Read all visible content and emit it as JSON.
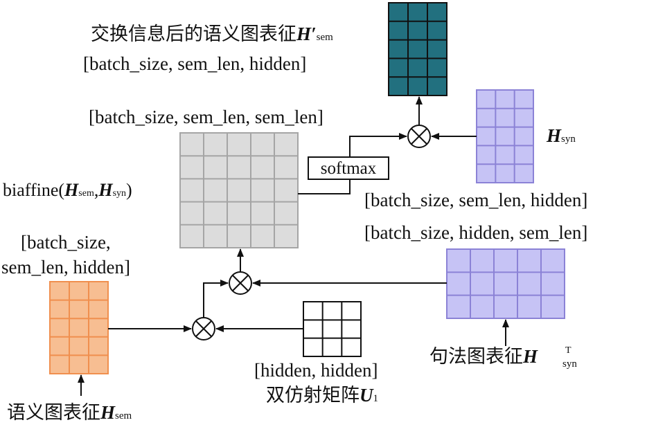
{
  "labels": {
    "exchanged_title": "交换信息后的语义图表征",
    "exchanged_symbol": "H′",
    "exchanged_sub": "sem",
    "exchanged_shape": "[batch_size, sem_len, hidden]",
    "attention_shape": "[batch_size, sem_len, sem_len]",
    "softmax": "softmax",
    "biaffine_prefix": "biaffine(",
    "biaffine_sym1": "H",
    "biaffine_sub1": "sem",
    "biaffine_comma": ",",
    "biaffine_sym2": "H",
    "biaffine_sub2": "syn",
    "biaffine_suffix": ")",
    "syn_symbol": "H",
    "syn_sub": "syn",
    "syn_shape": "[batch_size, sem_len, hidden]",
    "synT_shape": "[batch_size, hidden, sem_len]",
    "synT_title": "句法图表征",
    "synT_symbol": "H",
    "synT_sup": "T",
    "synT_sub": "syn",
    "sem_shape_line1": "[batch_size,",
    "sem_shape_line2": "sem_len, hidden]",
    "sem_title": "语义图表征",
    "sem_symbol": "H",
    "sem_sub": "sem",
    "u_shape": "[hidden, hidden]",
    "u_title": "双仿射矩阵",
    "u_symbol": "U",
    "u_sub": "1"
  },
  "colors": {
    "teal_fill": "#22707f",
    "gray_fill": "#dcdcdc",
    "gray_line": "#a5a5a5",
    "purple_fill": "#c6c3f5",
    "purple_line": "#8b82d6",
    "orange_fill": "#f7be92",
    "orange_line": "#f08f4e",
    "white_fill": "#ffffff",
    "black_line": "#111111"
  }
}
